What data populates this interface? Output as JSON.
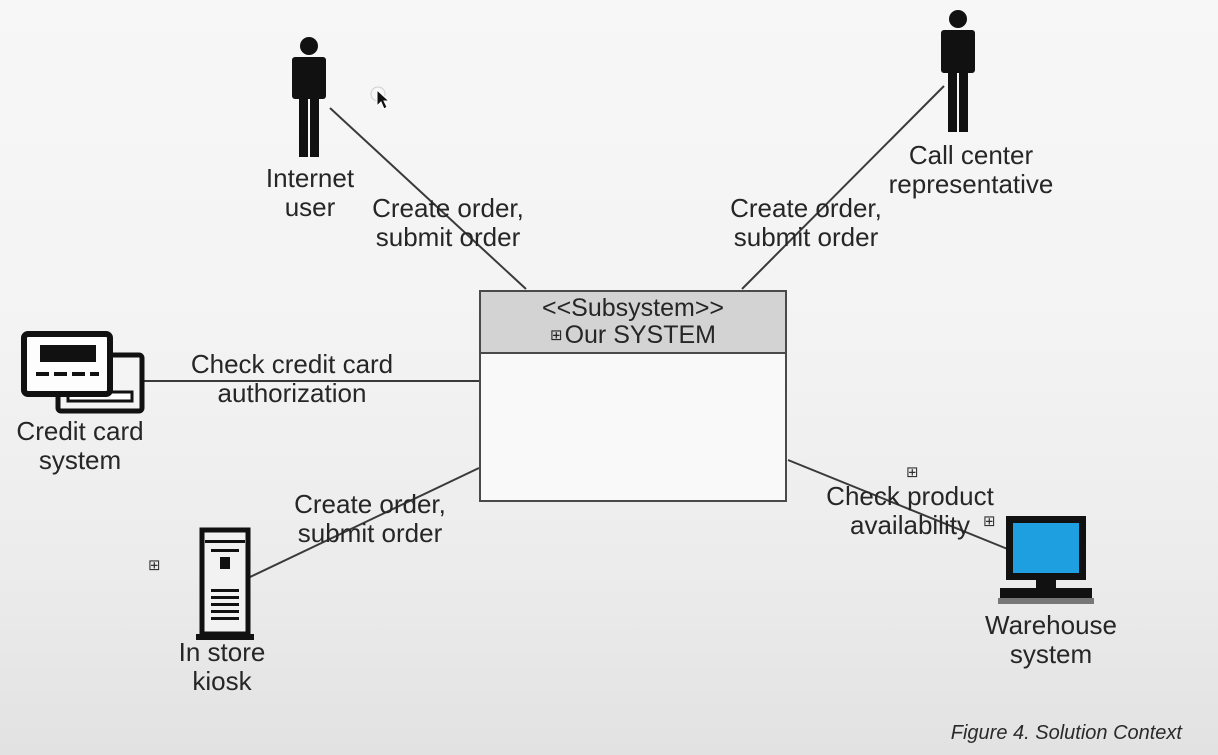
{
  "subsystem": {
    "stereotype": "<<Subsystem>>",
    "name": "Our SYSTEM"
  },
  "actors": {
    "internet_user": [
      "Internet",
      "user"
    ],
    "call_center": [
      "Call center",
      "representative"
    ],
    "credit_card": [
      "Credit card",
      "system"
    ],
    "kiosk": [
      "In store",
      "kiosk"
    ],
    "warehouse": [
      "Warehouse",
      "system"
    ]
  },
  "associations": {
    "internet_user": [
      "Create order,",
      "submit order"
    ],
    "call_center": [
      "Create order,",
      "submit order"
    ],
    "credit_card": [
      "Check credit card",
      "authorization"
    ],
    "kiosk": [
      "Create order,",
      "submit order"
    ],
    "warehouse": [
      "Check product",
      "availability"
    ]
  },
  "package_symbol": "⊞",
  "caption": "Figure 4. Solution Context",
  "colors": {
    "line": "#3a3a3a",
    "header_fill": "#d3d3d3",
    "monitor_screen": "#1e9fe0"
  },
  "icons": [
    "person-icon",
    "credit-card-icon",
    "kiosk-icon",
    "computer-monitor-icon",
    "package-icon",
    "cursor-icon"
  ]
}
